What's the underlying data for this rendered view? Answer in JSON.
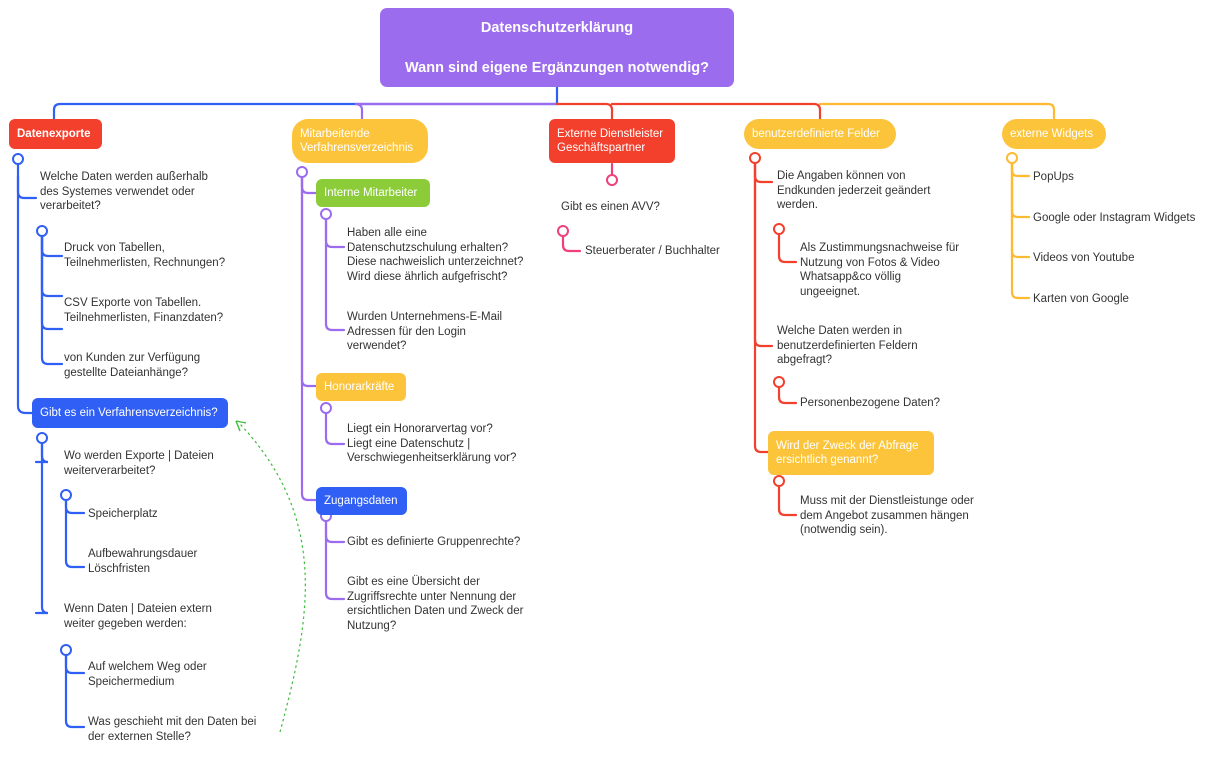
{
  "root": {
    "title": "Datenschutzerklärung",
    "subtitle": "Wann sind eigene Ergänzungen notwendig?"
  },
  "colors": {
    "root": "#9b6cee",
    "blue": "#2f5ff5",
    "purple": "#9b6cee",
    "red": "#f2402c",
    "orange": "#fdba32",
    "yellow": "#fcc43b",
    "green": "#8ccc39",
    "pink": "#ef3f7c",
    "dashed": "#3dbb3b"
  },
  "branches": {
    "datenexporte": {
      "label": "Datenexporte",
      "q1": "Welche Daten werden außerhalb\ndes Systemes verwendet oder\nverarbeitet?",
      "q1_items": [
        "Druck von Tabellen,\nTeilnehmerlisten, Rechnungen?",
        "CSV Exporte von Tabellen.\nTeilnehmerlisten, Finanzdaten?",
        "von Kunden zur Verfügung\ngestellte Dateianhänge?"
      ],
      "sub_label": "Gibt es ein Verfahrensverzeichnis?",
      "q2": "Wo werden Exporte | Dateien\nweiterverarbeitet?",
      "q2_items": [
        "Speicherplatz",
        "Aufbewahrungsdauer\nLöschfristen"
      ],
      "q3": "Wenn Daten | Dateien extern\nweiter gegeben werden:",
      "q3_items": [
        "Auf welchem Weg oder\nSpeichermedium",
        "Was geschieht mit den Daten bei\nder externen Stelle?"
      ]
    },
    "mitarbeitende": {
      "label": "Mitarbeitende\nVerfahrensverzeichnis",
      "intern": {
        "label": "Interne Mitarbeiter",
        "items": [
          "Haben alle eine\nDatenschutzschulung erhalten?\nDiese nachweislich unterzeichnet?\nWird diese ährlich aufgefrischt?",
          "Wurden Unternehmens-E-Mail\nAdressen für den Login\nverwendet?"
        ]
      },
      "honorar": {
        "label": "Honorarkräfte",
        "items": [
          "Liegt ein Honorarvertag vor?\nLiegt eine Datenschutz |\nVerschwiegenheitserklärung vor?"
        ]
      },
      "zugang": {
        "label": "Zugangsdaten",
        "items": [
          "Gibt es definierte Gruppenrechte?",
          "Gibt es eine Übersicht der\nZugriffsrechte unter Nennung der\nersichtlichen Daten und Zweck der\nNutzung?"
        ]
      }
    },
    "extern": {
      "label": "Externe Dienstleister\nGeschäftspartner",
      "q1": "Gibt es einen AVV?",
      "q1_items": [
        "Steuerberater / Buchhalter"
      ]
    },
    "felder": {
      "label": "benutzerdefinierte Felder",
      "q1": "Die Angaben können von\nEndkunden jederzeit geändert\nwerden.",
      "q1_items": [
        "Als Zustimmungsnachweise für\nNutzung von Fotos & Video\nWhatsapp&co völlig\nungeeignet."
      ],
      "q2": "Welche Daten werden in\nbenutzerdefinierten Feldern\nabgefragt?",
      "q2_items": [
        "Personenbezogene Daten?"
      ],
      "sub_label": "Wird der Zweck der Abfrage\nersichtlich genannt?",
      "sub_items": [
        "Muss mit der Dienstleistunge oder\ndem Angebot zusammen hängen\n(notwendig sein)."
      ]
    },
    "widgets": {
      "label": "externe Widgets",
      "items": [
        "PopUps",
        "Google oder Instagram Widgets",
        "Videos von Youtube",
        "Karten von Google"
      ]
    }
  }
}
